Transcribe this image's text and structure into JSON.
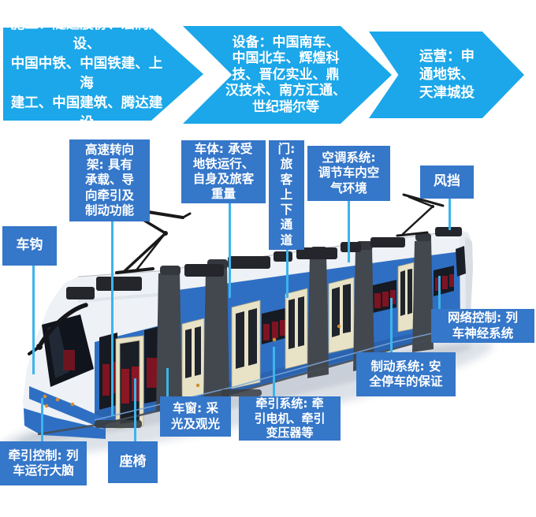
{
  "page": {
    "background": "#ffffff",
    "description": "Urban rail transit industry-chain infographic: three process arrows (construction, equipment, operation companies) above a labeled blue-and-white articulated metro tram diagram"
  },
  "colors": {
    "arrow_blue": "#1ba7e9",
    "label_blue": "#3577c9",
    "leader_cyan": "#3cb4ec",
    "train_blue": "#2f6fc3",
    "door_cream": "#e8e3c6",
    "seat_red": "#7e1322"
  },
  "process_arrows": [
    {
      "id": "construction",
      "text": "施工：隧道股份、宏润建设、\n中国中铁、中国铁建、上海\n建工、中国建筑、腾达建设"
    },
    {
      "id": "equipment",
      "text": "设备：中国南车、\n中国北车、辉煌科\n技、晋亿实业、鼎\n汉技术、南方汇通、\n世纪瑞尔等"
    },
    {
      "id": "operation",
      "text": "运营：申\n通地铁、\n天津城投"
    }
  ],
  "train_labels": [
    {
      "id": "coupler",
      "text": "车钩"
    },
    {
      "id": "bogie",
      "text": "高速转向\n架: 具有\n承载、导\n向牵引及\n制动功能"
    },
    {
      "id": "car-body",
      "text": "车体: 承受\n地铁运行、\n自身及旅客\n重量"
    },
    {
      "id": "door",
      "text": "门:\n旅\n客\n上\n下\n通\n道"
    },
    {
      "id": "hvac",
      "text": "空调系统:\n调节车内空\n气环境"
    },
    {
      "id": "windshield",
      "text": "风挡"
    },
    {
      "id": "network-control",
      "text": "网络控制: 列\n车神经系统"
    },
    {
      "id": "brake-system",
      "text": "制动系统: 安\n全停车的保证"
    },
    {
      "id": "traction-system",
      "text": "牵引系统: 牵\n引电机、牵引\n变压器等"
    },
    {
      "id": "window",
      "text": "车窗: 采\n光及观光"
    },
    {
      "id": "seat",
      "text": "座椅"
    },
    {
      "id": "traction-control",
      "text": "牵引控制: 列\n车运行大脑"
    }
  ],
  "illustration": {
    "subject": "blue and white low-floor articulated metro tram, five body sections, cream doors, dark roof equipment, two pantographs, red seats visible through windows"
  }
}
